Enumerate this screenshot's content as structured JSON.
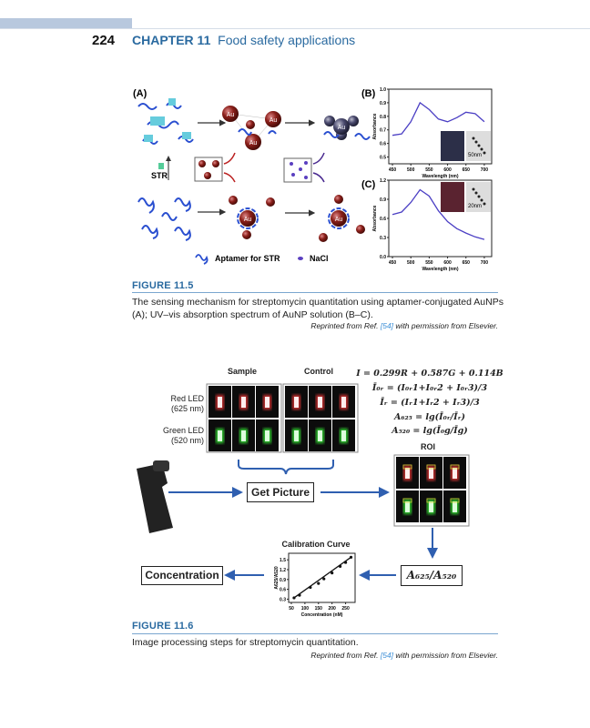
{
  "header": {
    "page_number": "224",
    "chapter_label": "CHAPTER 11",
    "chapter_title": "Food safety applications"
  },
  "figure_11_5": {
    "label": "FIGURE 11.5",
    "caption": "The sensing mechanism for streptomycin quantitation using aptamer-conjugated AuNPs (A); UV–vis absorption spectrum of AuNP solution (B–C).",
    "credit_prefix": "Reprinted from Ref.",
    "credit_ref": "[54]",
    "credit_suffix": "with permission from Elsevier.",
    "panel_a": {
      "tag": "(A)",
      "particle_label": "Au",
      "str_label": "STR",
      "legend_aptamer": "Aptamer for  STR",
      "legend_nacl": "NaCl"
    },
    "colors": {
      "red_au": "#8b1f1a",
      "blue_au": "#4a4a6e",
      "aptamer": "#2a4fd0",
      "curve": "#4b3fc4"
    }
  },
  "chart_data": [
    {
      "type": "line",
      "panel": "(B)",
      "xlabel": "Wavelength (nm)",
      "ylabel": "Absorbance",
      "xlim": [
        440,
        720
      ],
      "ylim": [
        0.45,
        1.0
      ],
      "xticks": [
        450,
        500,
        550,
        600,
        650,
        700
      ],
      "yticks": [
        0.5,
        0.6,
        0.7,
        0.8,
        0.9,
        1.0
      ],
      "x": [
        450,
        475,
        500,
        525,
        550,
        575,
        600,
        625,
        650,
        675,
        700
      ],
      "y": [
        0.66,
        0.67,
        0.76,
        0.9,
        0.85,
        0.78,
        0.76,
        0.79,
        0.83,
        0.82,
        0.76
      ],
      "inset_scale": "50nm"
    },
    {
      "type": "line",
      "panel": "(C)",
      "xlabel": "Wavelength (nm)",
      "ylabel": "Absorbance",
      "xlim": [
        440,
        720
      ],
      "ylim": [
        0.0,
        1.2
      ],
      "xticks": [
        450,
        500,
        550,
        600,
        650,
        700
      ],
      "yticks": [
        0.0,
        0.3,
        0.6,
        0.9,
        1.2
      ],
      "x": [
        450,
        475,
        500,
        525,
        550,
        575,
        600,
        625,
        650,
        675,
        700
      ],
      "y": [
        0.66,
        0.7,
        0.85,
        1.05,
        0.95,
        0.72,
        0.55,
        0.44,
        0.37,
        0.31,
        0.27
      ],
      "inset_scale": "20nm"
    },
    {
      "type": "scatter",
      "title": "Calibration Curve",
      "xlabel": "Concentration (nM)",
      "ylabel": "A625/A520",
      "xlim": [
        40,
        285
      ],
      "ylim": [
        0.2,
        1.7
      ],
      "xticks": [
        50,
        100,
        150,
        200,
        250
      ],
      "yticks": [
        0.3,
        0.6,
        0.9,
        1.2,
        1.5
      ],
      "x": [
        60,
        80,
        120,
        150,
        170,
        200,
        230,
        250,
        270
      ],
      "y": [
        0.34,
        0.42,
        0.66,
        0.78,
        0.92,
        1.1,
        1.3,
        1.42,
        1.58
      ]
    }
  ],
  "figure_11_6": {
    "label": "FIGURE 11.6",
    "caption": "Image processing steps for streptomycin quantitation.",
    "credit_prefix": "Reprinted from Ref.",
    "credit_ref": "[54]",
    "credit_suffix": "with permission from Elsevier.",
    "sample_label": "Sample",
    "control_label": "Control",
    "red_led": "Red LED",
    "red_led_nm": "(625 nm)",
    "green_led": "Green LED",
    "green_led_nm": "(520 nm)",
    "equations": [
      "I = 0.299R + 0.587G + 0.114B",
      "Ī₀ᵣ = (I₀ᵣ1+I₀ᵣ2 + I₀ᵣ3)/3",
      "Īᵣ = (Iᵣ1+Iᵣ2 + Iᵣ3)/3",
      "A₆₂₅ = lg(Ī₀ᵣ/Īᵣ)",
      "A₅₂₀ = lg(Ī₀g/Īg)"
    ],
    "roi_label": "ROI",
    "get_picture": "Get Picture",
    "concentration": "Concentration",
    "ratio": "A₆₂₅/A₅₂₀",
    "arrow_color": "#2f5fb0"
  }
}
